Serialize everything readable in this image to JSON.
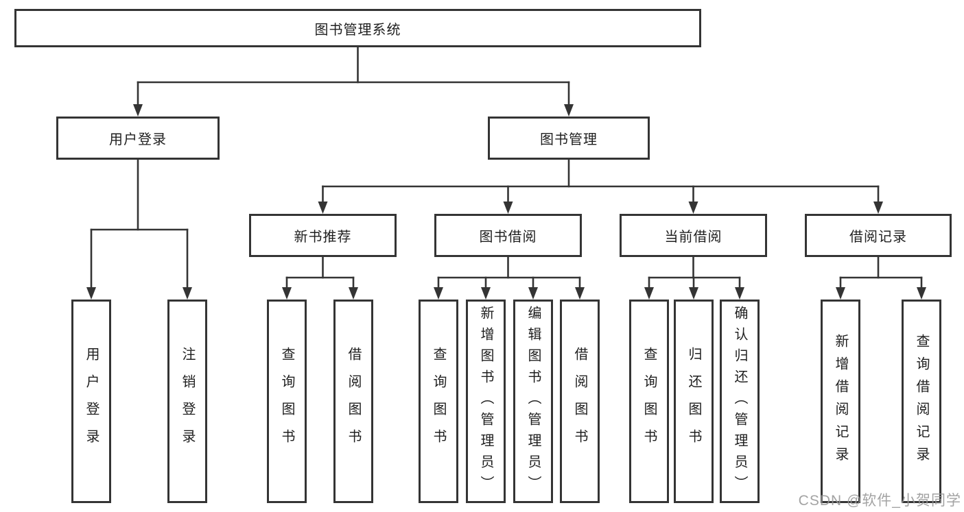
{
  "tree": {
    "label": "图书管理系统",
    "children": [
      {
        "label": "用户登录",
        "children": [
          {
            "label": "用户登录"
          },
          {
            "label": "注销登录"
          }
        ]
      },
      {
        "label": "图书管理",
        "children": [
          {
            "label": "新书推荐",
            "children": [
              {
                "label": "查询图书"
              },
              {
                "label": "借阅图书"
              }
            ]
          },
          {
            "label": "图书借阅",
            "children": [
              {
                "label": "查询图书"
              },
              {
                "label": "新增图书（管理员）"
              },
              {
                "label": "编辑图书（管理员）"
              },
              {
                "label": "借阅图书"
              }
            ]
          },
          {
            "label": "当前借阅",
            "children": [
              {
                "label": "查询图书"
              },
              {
                "label": "归还图书"
              },
              {
                "label": "确认归还（管理员）"
              }
            ]
          },
          {
            "label": "借阅记录",
            "children": [
              {
                "label": "新增借阅记录"
              },
              {
                "label": "查询借阅记录"
              }
            ]
          }
        ]
      }
    ]
  },
  "watermark": {
    "text": "CSDN @软件_小贺同学"
  },
  "colors": {
    "line": "#343434",
    "box_border": "#343434",
    "text": "#1f1f1f",
    "watermark": "#969696",
    "background": "#ffffff"
  }
}
